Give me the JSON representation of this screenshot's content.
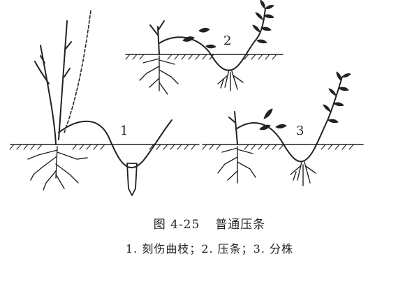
{
  "figure": {
    "labels": [
      "1",
      "2",
      "3"
    ]
  },
  "caption": {
    "figure_number": "图 4-25",
    "title": "普通压条",
    "legend": "1. 刻伤曲枝；2. 压条；3. 分株"
  },
  "colors": {
    "ink": "#222222",
    "background": "#ffffff"
  }
}
